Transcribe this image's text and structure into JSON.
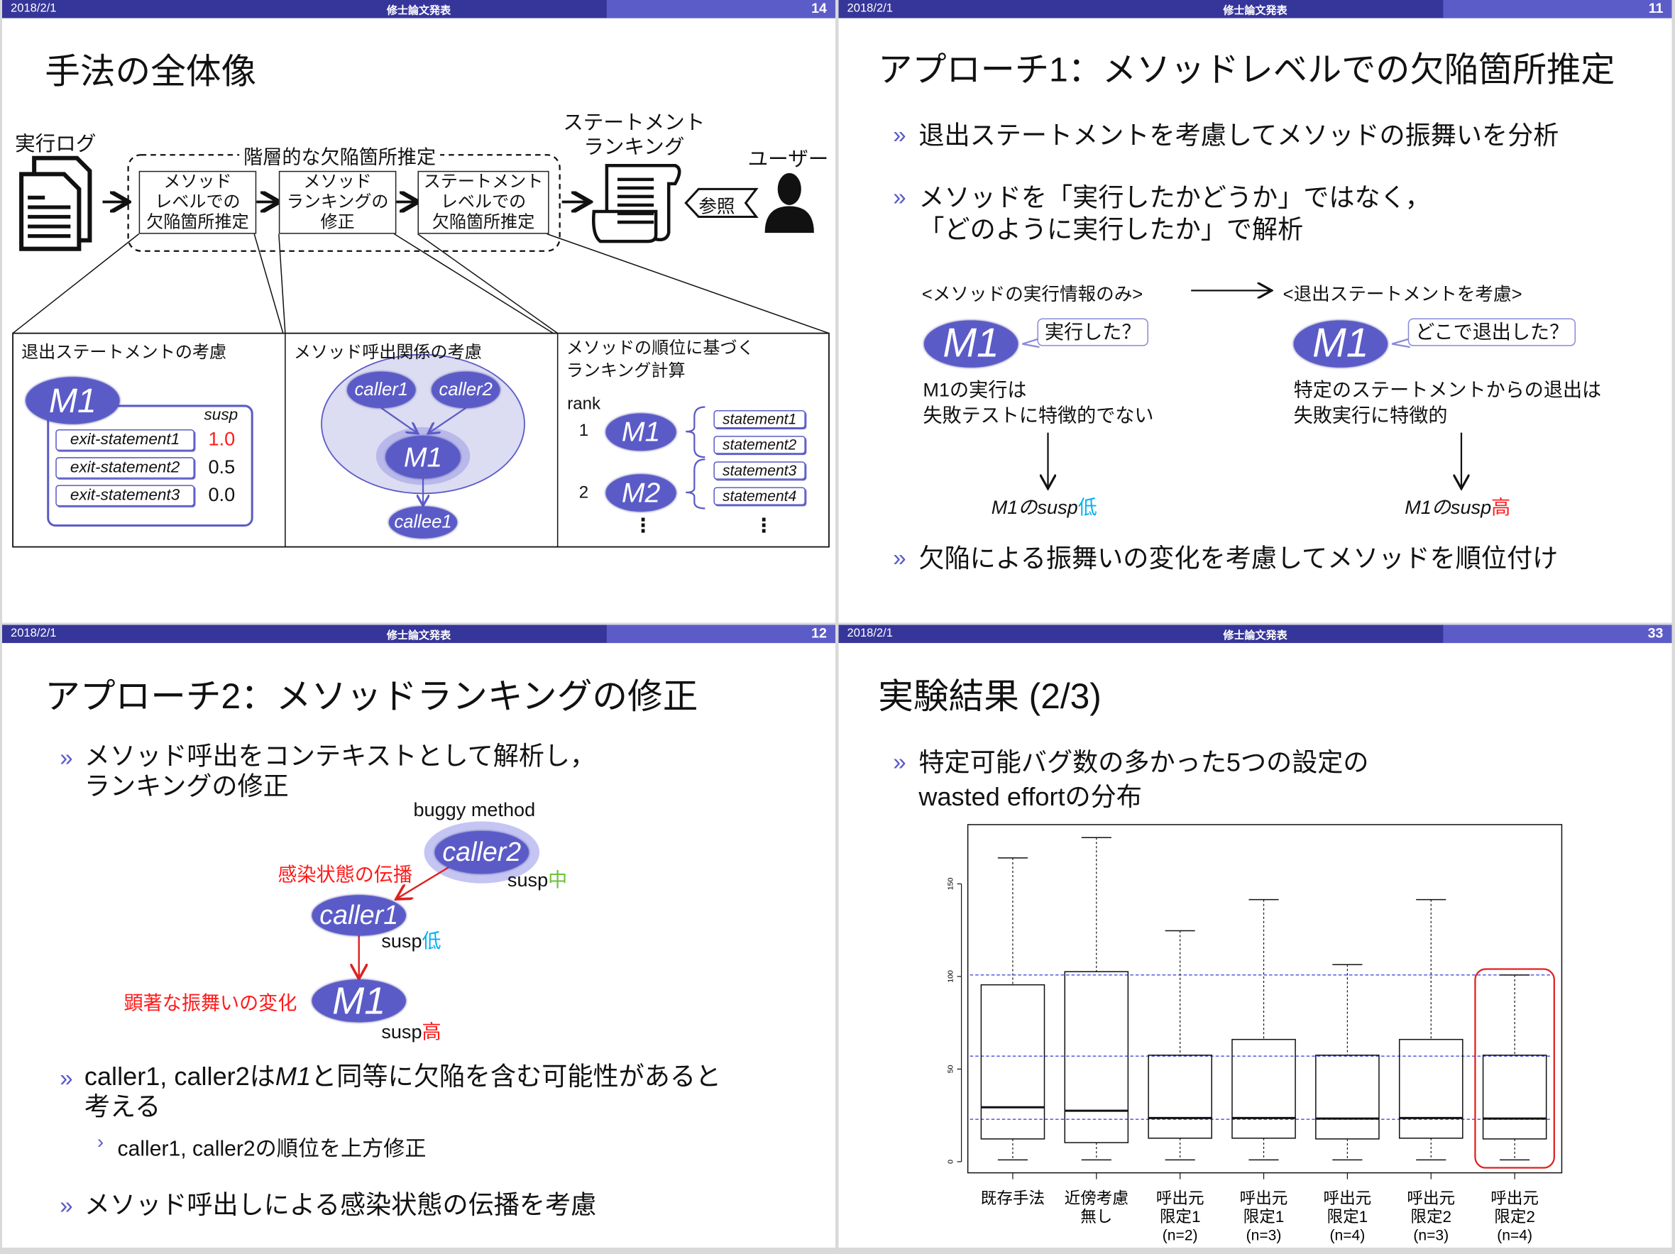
{
  "header": {
    "date": "2018/2/1",
    "title": "修士論文発表"
  },
  "s14": {
    "page": "14",
    "title": "手法の全体像",
    "log_label": "実行ログ",
    "group_label": "階層的な欠陥箇所推定",
    "box1": [
      "メソッド",
      "レベルでの",
      "欠陥箇所推定"
    ],
    "box2": [
      "メソッド",
      "ランキングの",
      "修正"
    ],
    "box3": [
      "ステートメント",
      "レベルでの",
      "欠陥箇所推定"
    ],
    "ranking_label": [
      "ステートメント",
      "ランキング"
    ],
    "refer": "参照",
    "user": "ユーザー",
    "p1": {
      "title": "退出ステートメントの考慮",
      "node": "M1",
      "susp": "susp",
      "rows": [
        {
          "name": "exit-statement1",
          "value": "1.0"
        },
        {
          "name": "exit-statement2",
          "value": "0.5"
        },
        {
          "name": "exit-statement3",
          "value": "0.0"
        }
      ]
    },
    "p2": {
      "title": "メソッド呼出関係の考慮",
      "caller1": "caller1",
      "caller2": "caller2",
      "m1": "M1",
      "callee1": "callee1"
    },
    "p3": {
      "title": [
        "メソッドの順位に基づく",
        "ランキング計算"
      ],
      "rank": "rank",
      "r1": "1",
      "r2": "2",
      "m1": "M1",
      "m2": "M2",
      "statements": [
        "statement1",
        "statement2",
        "statement3",
        "statement4"
      ],
      "ellipsis": "⋮"
    }
  },
  "s11": {
    "page": "11",
    "title": "アプローチ1：メソッドレベルでの欠陥箇所推定",
    "bullet_mark": "»",
    "b1": "退出ステートメントを考慮してメソッドの振舞いを分析",
    "b2": [
      "メソッドを「実行したかどうか」ではなく，",
      "「どのように実行したか」で解析"
    ],
    "left_head": "<メソッドの実行情報のみ>",
    "right_head": "<退出ステートメントを考慮>",
    "node": "M1",
    "left_bubble": "実行した？",
    "right_bubble": "どこで退出した？",
    "left_desc": [
      "M1の実行は",
      "失敗テストに特徴的でない"
    ],
    "right_desc": [
      "特定のステートメントからの退出は",
      "失敗実行に特徴的"
    ],
    "left_result": {
      "prefix": "M1のsusp",
      "level": "低"
    },
    "right_result": {
      "prefix": "M1のsusp",
      "level": "高"
    },
    "b3": "欠陥による振舞いの変化を考慮してメソッドを順位付け"
  },
  "s12": {
    "page": "12",
    "title": "アプローチ2：メソッドランキングの修正",
    "bullet_mark": "»",
    "sub_mark": "›",
    "b1": [
      "メソッド呼出をコンテキストとして解析し，",
      "ランキングの修正"
    ],
    "buggy": "buggy method",
    "caller2": "caller2",
    "caller1": "caller1",
    "m1": "M1",
    "infect": "感染状態の伝播",
    "change": "顕著な振舞いの変化",
    "susp": "susp",
    "mid": "中",
    "low": "低",
    "high": "高",
    "b2": {
      "a": "caller1, caller2は",
      "m1": "M1",
      "b": "と同等に欠陥を含む可能性があると",
      "c": "考える"
    },
    "sub": "caller1, caller2の順位を上方修正",
    "b3": "メソッド呼出しによる感染状態の伝播を考慮"
  },
  "s33": {
    "page": "33",
    "title": "実験結果 (2/3)",
    "bullet_mark": "»",
    "b1": [
      "特定可能バグ数の多かった5つの設定の",
      "wasted effortの分布"
    ]
  },
  "chart_data": {
    "type": "box",
    "title": "",
    "ylabel": "",
    "ylim": [
      -6,
      182
    ],
    "yticks": [
      0,
      50,
      100,
      150
    ],
    "categories": [
      [
        "既存手法"
      ],
      [
        "近傍考慮",
        "無し"
      ],
      [
        "呼出元",
        "限定1",
        "(n=2)"
      ],
      [
        "呼出元",
        "限定1",
        "(n=3)"
      ],
      [
        "呼出元",
        "限定1",
        "(n=4)"
      ],
      [
        "呼出元",
        "限定2",
        "(n=3)"
      ],
      [
        "呼出元",
        "限定2",
        "(n=4)"
      ]
    ],
    "boxes": [
      {
        "min": 1,
        "q1": 12.3,
        "median": 29.4,
        "q3": 95.5,
        "max": 164
      },
      {
        "min": 1,
        "q1": 10.3,
        "median": 27.5,
        "q3": 102.6,
        "max": 175
      },
      {
        "min": 1,
        "q1": 12.7,
        "median": 23.6,
        "q3": 57.5,
        "max": 124.7
      },
      {
        "min": 1,
        "q1": 12.7,
        "median": 23.6,
        "q3": 66,
        "max": 141.5
      },
      {
        "min": 1,
        "q1": 12.3,
        "median": 23.3,
        "q3": 57.5,
        "max": 106.4
      },
      {
        "min": 1,
        "q1": 12.7,
        "median": 23.6,
        "q3": 66,
        "max": 141.5
      },
      {
        "min": 1,
        "q1": 12.3,
        "median": 23.3,
        "q3": 57.5,
        "max": 100.8
      }
    ],
    "reference_lines": [
      100.8,
      57,
      22.9
    ],
    "highlighted_index": 6,
    "colors": {
      "reference": "#4a4ae0",
      "highlight": "#e02020"
    }
  }
}
